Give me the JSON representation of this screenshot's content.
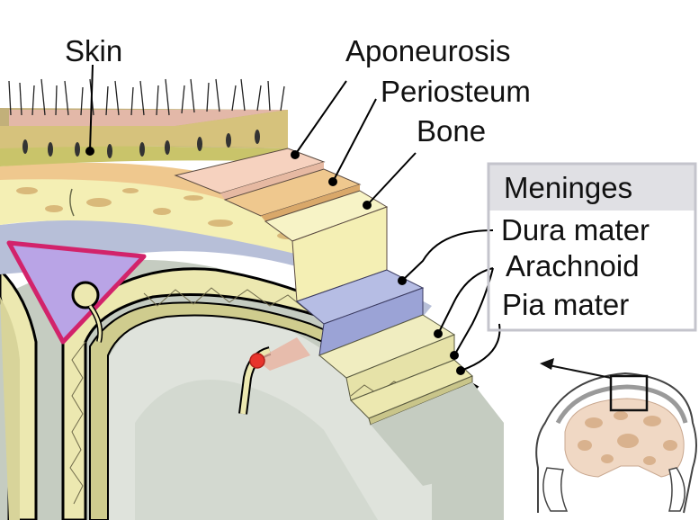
{
  "labels": {
    "skin": "Skin",
    "aponeurosis": "Aponeurosis",
    "periosteum": "Periosteum",
    "bone": "Bone",
    "meninges": "Meninges",
    "dura_mater": "Dura mater",
    "arachnoid": "Arachnoid",
    "pia_mater": "Pia mater"
  },
  "colors": {
    "skin": "#e8c4b0",
    "subcutaneous": "#c9c46a",
    "aponeurosis": "#f6d2bf",
    "periosteum": "#efc88e",
    "bone": "#f4efb4",
    "bone_spot": "#d9b97a",
    "dura": "#9ba3d6",
    "arachnoid": "#ece8b0",
    "pia": "#e3e0a2",
    "brain": "#c9cfc5",
    "sinus": "#b9a4e6",
    "sinus_border": "#d2236b",
    "header_box": "#e0e0e4",
    "blood_dot": "#e8342c"
  }
}
